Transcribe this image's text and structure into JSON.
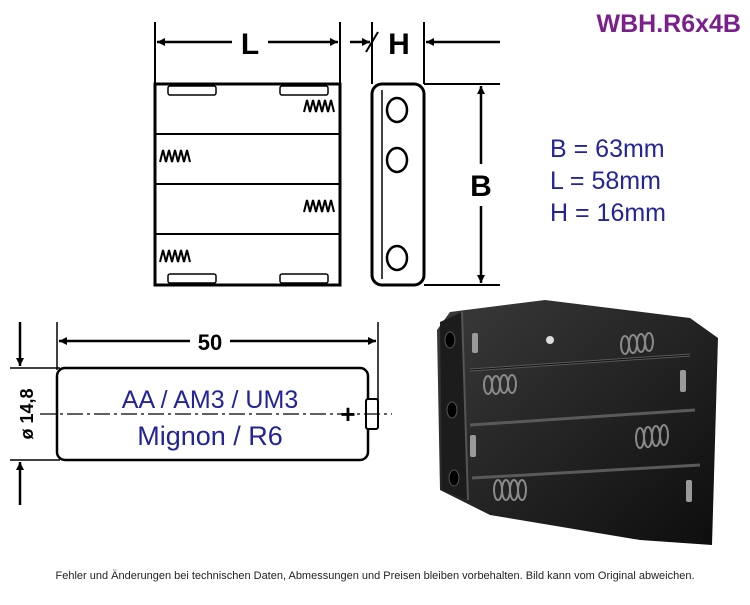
{
  "product": {
    "code": "WBH.R6x4B"
  },
  "drawing": {
    "label_L": "L",
    "label_H": "H",
    "label_B": "B"
  },
  "dimensions": [
    {
      "label": "B = 63mm"
    },
    {
      "label": "L = 58mm"
    },
    {
      "label": "H = 16mm"
    }
  ],
  "battery": {
    "length_label": "50",
    "diameter_label": "ø 14,8",
    "type_line1": "AA / AM3 / UM3",
    "type_line2": "Mignon / R6",
    "polarity": "+"
  },
  "footer": {
    "disclaimer": "Fehler und Änderungen bei technischen Daten, Abmessungen und Preisen bleiben vorbehalten. Bild kann vom Original abweichen."
  },
  "colors": {
    "model_code": "#7a1f8c",
    "dimension_text": "#23239a",
    "battery_text": "#23239a",
    "line": "#000000"
  }
}
